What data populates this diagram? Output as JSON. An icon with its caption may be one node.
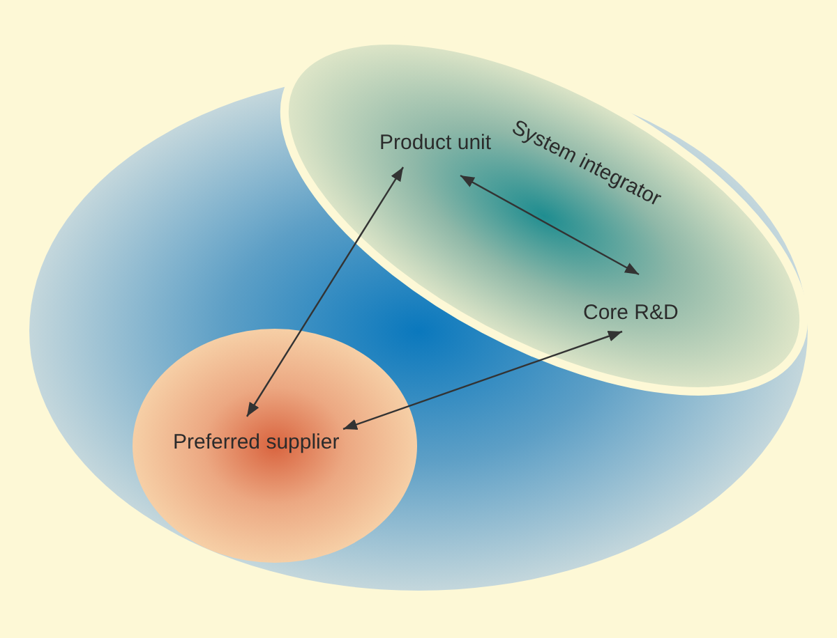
{
  "diagram": {
    "nodes": [
      {
        "text": [],
        "shape": "ellipse"
      },
      {
        "text": [
          "System integrator"
        ]
      },
      {
        "text": [
          "Product unit"
        ],
        "in": 1
      },
      {
        "text": [
          "Core R&D"
        ],
        "in": 1
      },
      {
        "text": [
          "Preferred supplier"
        ],
        "in": 0
      }
    ],
    "edges": [
      {
        "from": 2,
        "to": 3,
        "arrow": "both"
      },
      {
        "from": 2,
        "to": 4,
        "arrow": "both"
      },
      {
        "from": 3,
        "to": 4,
        "arrow": "both"
      }
    ]
  }
}
